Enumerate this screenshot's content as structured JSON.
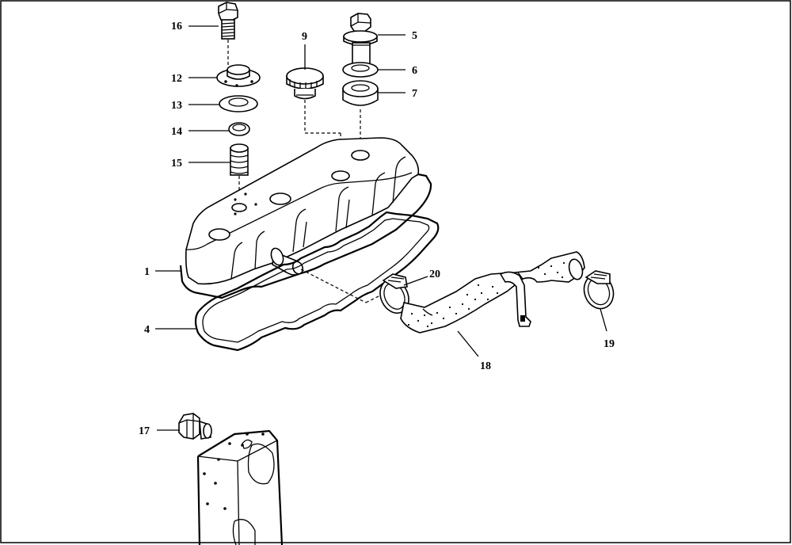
{
  "callouts": {
    "c1": "1",
    "c4": "4",
    "c5": "5",
    "c6": "6",
    "c7": "7",
    "c9": "9",
    "c12": "12",
    "c13": "13",
    "c14": "14",
    "c15": "15",
    "c16": "16",
    "c17": "17",
    "c18": "18",
    "c19": "19",
    "c20": "20"
  }
}
